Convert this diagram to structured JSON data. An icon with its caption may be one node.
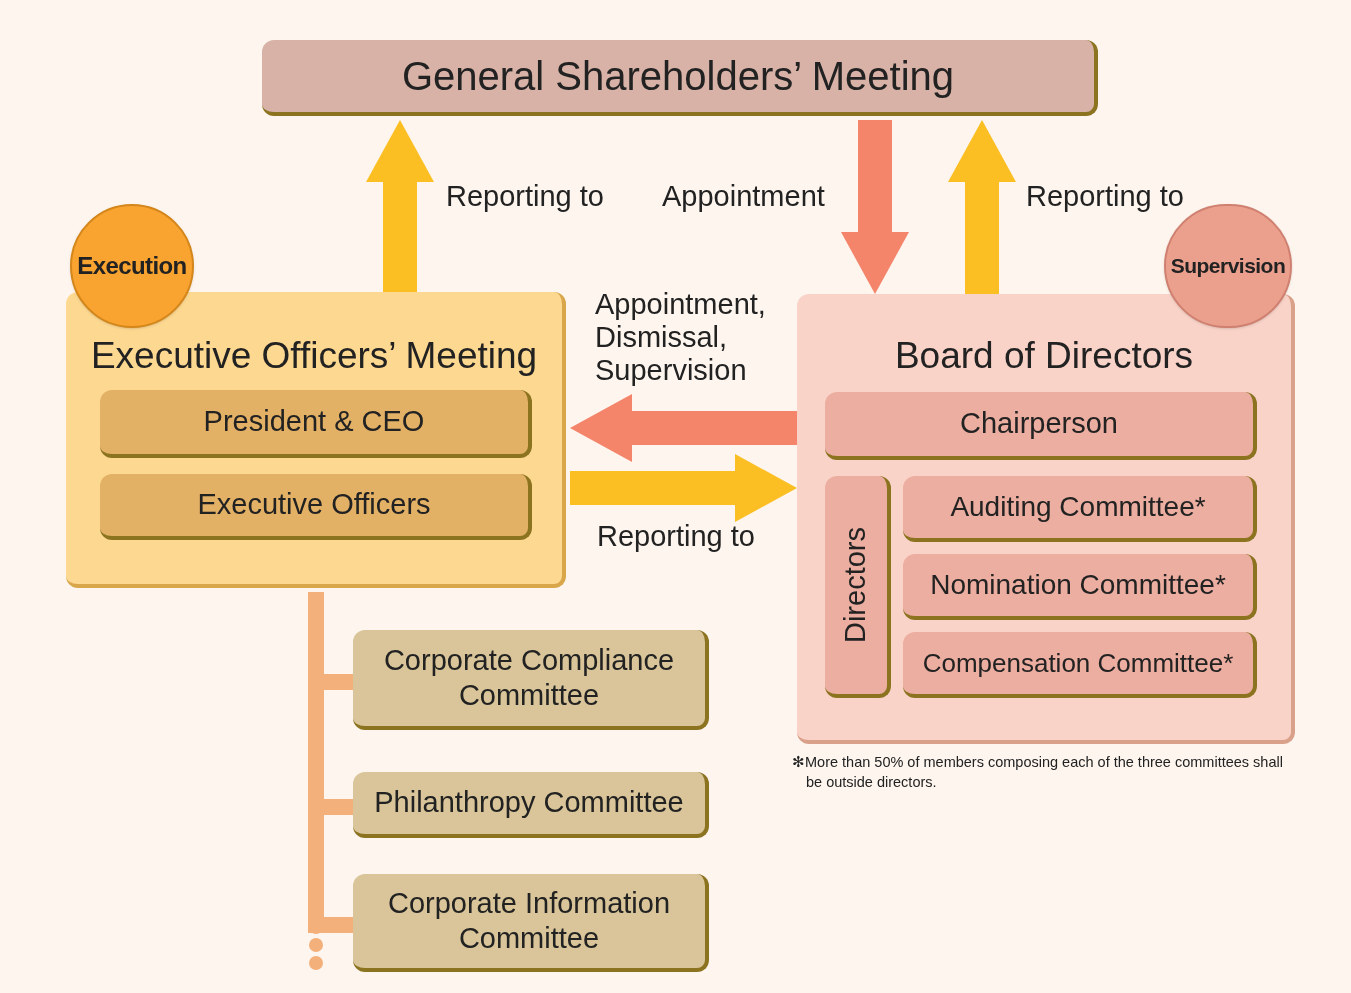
{
  "diagram": {
    "nodes": [
      {
        "text": [
          "General Shareholders’ Meeting"
        ]
      },
      {
        "text": [
          "Execution"
        ]
      },
      {
        "text": [
          "Executive Officers’ Meeting"
        ]
      },
      {
        "text": [
          "President & CEO"
        ],
        "in": 2
      },
      {
        "text": [
          "Executive Officers"
        ],
        "in": 2
      },
      {
        "text": [
          "Supervision"
        ]
      },
      {
        "text": [
          "Board of Directors"
        ]
      },
      {
        "text": [
          "Chairperson"
        ],
        "in": 6
      },
      {
        "text": [
          "Directors"
        ],
        "in": 6
      },
      {
        "text": [
          "Auditing Committee*"
        ],
        "in": 6
      },
      {
        "text": [
          "Nomination Committee*"
        ],
        "in": 6
      },
      {
        "text": [
          "Compensation Committee*"
        ],
        "in": 6
      },
      {
        "text": [
          "Corporate Compliance Committee"
        ]
      },
      {
        "text": [
          "Philanthropy Committee"
        ]
      },
      {
        "text": [
          "Corporate Information Committee"
        ]
      }
    ],
    "edges": [
      {
        "from": 2,
        "to": 0,
        "arrow": "to",
        "label": "Reporting to"
      },
      {
        "from": 0,
        "to": 6,
        "arrow": "to",
        "label": "Appointment",
        "color": "#f4846a"
      },
      {
        "from": 6,
        "to": 0,
        "arrow": "to",
        "label": "Reporting to"
      },
      {
        "from": 6,
        "to": 2,
        "arrow": "to",
        "label": "Appointment, Dismissal, Supervision",
        "color": "#f4846a"
      },
      {
        "from": 2,
        "to": 6,
        "arrow": "to",
        "label": "Reporting to"
      },
      {
        "from": 2,
        "to": 12,
        "arrow": "none",
        "color": "#f4b07a"
      },
      {
        "from": 2,
        "to": 13,
        "arrow": "none",
        "color": "#f4b07a"
      },
      {
        "from": 2,
        "to": 14,
        "arrow": "none",
        "color": "#f4b07a"
      }
    ],
    "labels": [
      "✻More than 50% of members composing each of the three committees shall be outside directors."
    ]
  }
}
